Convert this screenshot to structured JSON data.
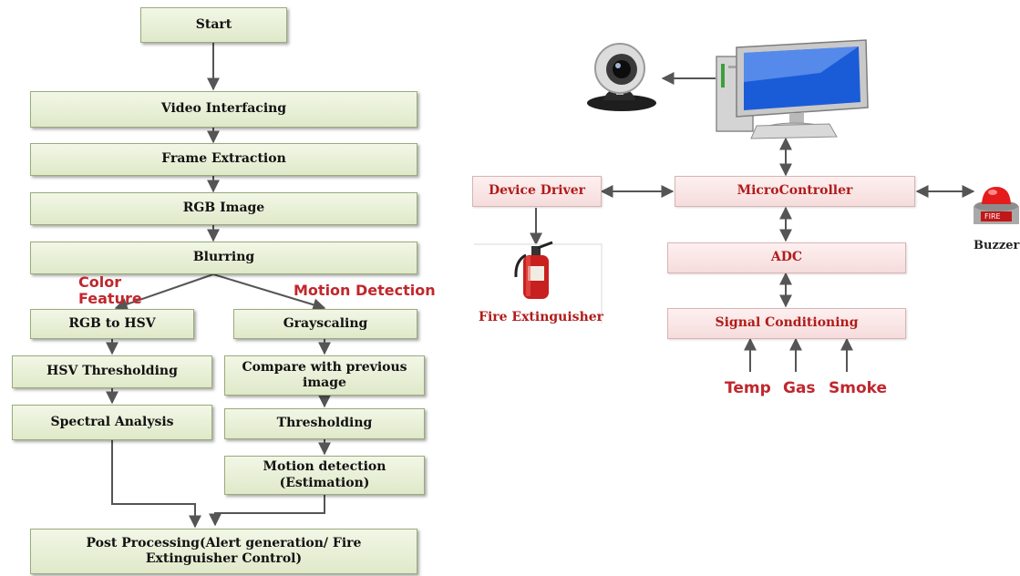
{
  "flowchart": {
    "start": "Start",
    "video_interfacing": "Video Interfacing",
    "frame_extraction": "Frame Extraction",
    "rgb_image": "RGB Image",
    "blurring": "Blurring",
    "branch_color_label": "Color Feature",
    "branch_motion_label": "Motion Detection",
    "rgb_to_hsv": "RGB to HSV",
    "hsv_thresholding": "HSV Thresholding",
    "spectral_analysis": "Spectral Analysis",
    "grayscaling": "Grayscaling",
    "compare_previous": "Compare with previous image",
    "thresholding": "Thresholding",
    "motion_estimation": "Motion detection (Estimation)",
    "post_processing": "Post Processing(Alert generation/ Fire Extinguisher Control)"
  },
  "hardware": {
    "device_driver": "Device Driver",
    "microcontroller": "MicroController",
    "adc": "ADC",
    "signal_conditioning": "Signal Conditioning",
    "fire_extinguisher": "Fire Extinguisher",
    "buzzer": "Buzzer",
    "buzzer_badge": "FIRE",
    "sensors": [
      "Temp",
      "Gas",
      "Smoke"
    ]
  },
  "colors": {
    "flow_box": "#dfe9c9",
    "hw_box": "#f6dcdc",
    "red_label": "#c0272d",
    "arrow": "#555555"
  }
}
